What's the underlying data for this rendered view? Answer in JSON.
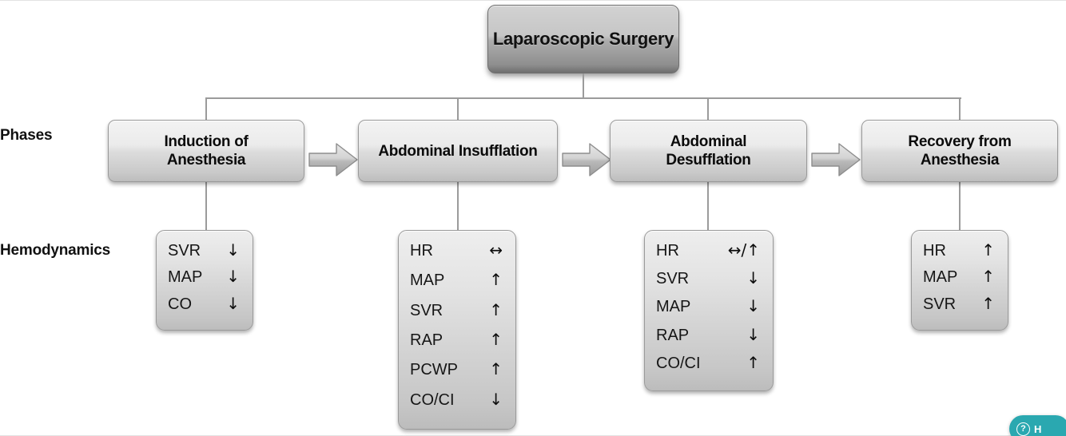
{
  "diagram": {
    "title": "Laparoscopic Surgery",
    "row_labels": {
      "phases": "Phases",
      "hemodynamics": "Hemodynamics"
    },
    "accent_color": "#2aa8b0",
    "box_fill_light": "#e3e3e3",
    "box_fill_dark": "#9a9a9a",
    "connector_color": "#9b9b9b",
    "phases": [
      {
        "label": "Induction of\nAnesthesia",
        "line1": "Induction of",
        "line2": "Anesthesia"
      },
      {
        "label": "Abdominal Insufflation",
        "line1": "Abdominal Insufflation",
        "line2": ""
      },
      {
        "label": "Abdominal Desufflation",
        "line1": "Abdominal",
        "line2": "Desufflation"
      },
      {
        "label": "Recovery from Anesthesia",
        "line1": "Recovery from",
        "line2": "Anesthesia"
      }
    ],
    "hemodynamics": [
      {
        "phase": "Induction of Anesthesia",
        "rows": [
          {
            "param": "SVR",
            "arrow": "↓",
            "direction": "decrease"
          },
          {
            "param": "MAP",
            "arrow": "↓",
            "direction": "decrease"
          },
          {
            "param": "CO",
            "arrow": "↓",
            "direction": "decrease"
          }
        ]
      },
      {
        "phase": "Abdominal Insufflation",
        "rows": [
          {
            "param": "HR",
            "arrow": "↔",
            "direction": "unchanged"
          },
          {
            "param": "MAP",
            "arrow": "↑",
            "direction": "increase"
          },
          {
            "param": "SVR",
            "arrow": "↑",
            "direction": "increase"
          },
          {
            "param": "RAP",
            "arrow": "↑",
            "direction": "increase"
          },
          {
            "param": "PCWP",
            "arrow": "↑",
            "direction": "increase"
          },
          {
            "param": "CO/CI",
            "arrow": "↓",
            "direction": "decrease"
          }
        ]
      },
      {
        "phase": "Abdominal Desufflation",
        "rows": [
          {
            "param": "HR",
            "arrow": "↔/↑",
            "direction": "unchanged-or-increase"
          },
          {
            "param": "SVR",
            "arrow": "↓",
            "direction": "decrease"
          },
          {
            "param": "MAP",
            "arrow": "↓",
            "direction": "decrease"
          },
          {
            "param": "RAP",
            "arrow": "↓",
            "direction": "decrease"
          },
          {
            "param": "CO/CI",
            "arrow": "↑",
            "direction": "increase"
          }
        ]
      },
      {
        "phase": "Recovery from Anesthesia",
        "rows": [
          {
            "param": "HR",
            "arrow": "↑",
            "direction": "increase"
          },
          {
            "param": "MAP",
            "arrow": "↑",
            "direction": "increase"
          },
          {
            "param": "SVR",
            "arrow": "↑",
            "direction": "increase"
          }
        ]
      }
    ]
  },
  "help_widget": {
    "icon": "question-mark-icon",
    "label": "H"
  }
}
